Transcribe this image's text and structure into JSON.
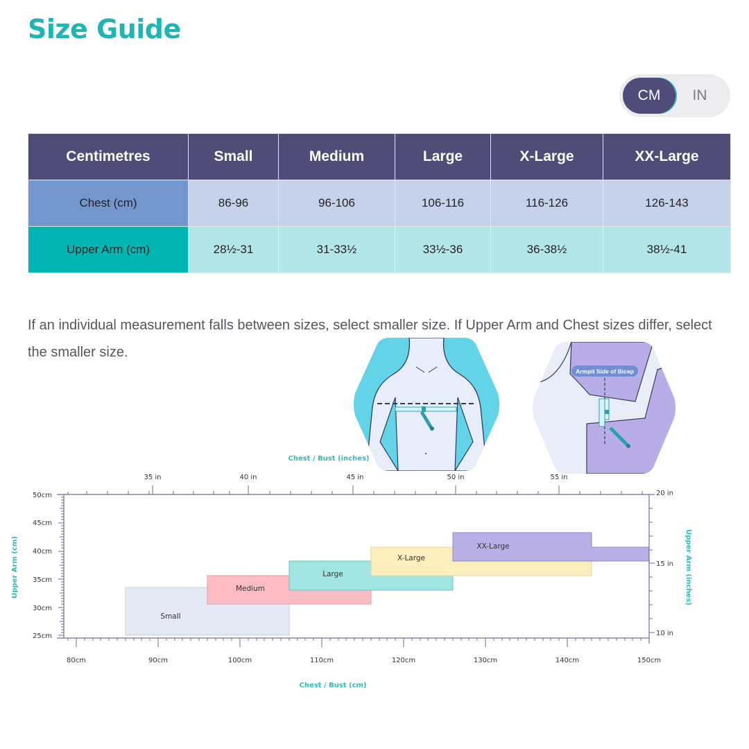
{
  "page": {
    "title": "Size Guide"
  },
  "unit_toggle": {
    "options": [
      "CM",
      "IN"
    ],
    "selected": "CM"
  },
  "table": {
    "headers": [
      "Centimetres",
      "Small",
      "Medium",
      "Large",
      "X-Large",
      "XX-Large"
    ],
    "rows": [
      {
        "label": "Chest (cm)",
        "values": [
          "86-96",
          "96-106",
          "106-116",
          "116-126",
          "126-143"
        ]
      },
      {
        "label": "Upper Arm (cm)",
        "values": [
          "28½-31",
          "31-33½",
          "33½-36",
          "36-38½",
          "38½-41"
        ]
      }
    ]
  },
  "note": "If an individual measurement falls between sizes, select smaller size. If Upper Arm and Chest sizes differ, select the smaller size.",
  "illustrations": {
    "chest": {
      "icon": "chest-measure-illustration"
    },
    "arm": {
      "icon": "upper-arm-measure-illustration",
      "label": "Armpit Side of Bicep"
    }
  },
  "colors": {
    "title": "#1fb5b5",
    "header_bg": "#504c78",
    "chest_row": "#c5d2ea",
    "chest_head": "#7396cc",
    "arm_row": "#b3e6e8",
    "arm_head": "#00b5b2",
    "small": "#e4e9f4",
    "medium": "#fbbdc3",
    "large": "#a2e4e2",
    "xlarge": "#fdeebd",
    "xxlarge": "#b8b0e6"
  },
  "chart_data": {
    "type": "area",
    "title": "",
    "xlabel": "Chest / Bust (cm)",
    "ylabel": "Upper Arm (cm)",
    "x2label": "Chest / Bust (inches)",
    "y2label": "Upper Arm (inches)",
    "xlim": [
      80,
      150
    ],
    "ylim": [
      25,
      50
    ],
    "x_ticks": [
      "80cm",
      "90cm",
      "100cm",
      "110cm",
      "120cm",
      "130cm",
      "140cm",
      "150cm"
    ],
    "y_ticks": [
      "25cm",
      "30cm",
      "35cm",
      "40cm",
      "45cm",
      "50cm"
    ],
    "x2_ticks": [
      "35 in",
      "40 in",
      "45 in",
      "50 in",
      "55 in"
    ],
    "y2_ticks": [
      "10 in",
      "15 in",
      "20 in"
    ],
    "series": [
      {
        "name": "Small",
        "chest": [
          86,
          106
        ],
        "arm": [
          25,
          33.5
        ]
      },
      {
        "name": "Medium",
        "chest": [
          96,
          116
        ],
        "arm": [
          31,
          36
        ]
      },
      {
        "name": "Large",
        "chest": [
          106,
          126
        ],
        "arm": [
          33.5,
          38.5
        ]
      },
      {
        "name": "X-Large",
        "chest": [
          116,
          143
        ],
        "arm": [
          36,
          41
        ]
      },
      {
        "name": "XX-Large",
        "chest": [
          126,
          150
        ],
        "arm": [
          38.5,
          41
        ],
        "step": {
          "chest": [
            126,
            143
          ],
          "arm_top": 43.5
        }
      }
    ],
    "grid": false,
    "legend": "inline labels"
  }
}
